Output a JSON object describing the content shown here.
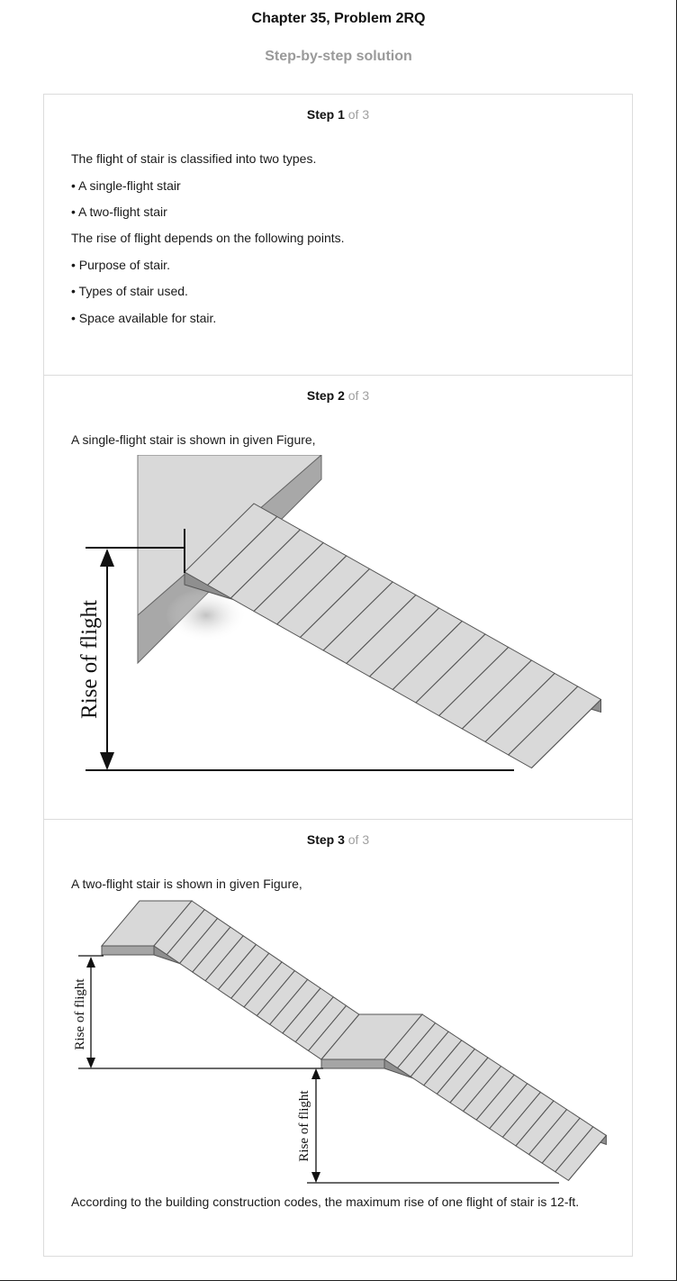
{
  "header": {
    "title": "Chapter 35, Problem 2RQ",
    "subtitle": "Step-by-step solution"
  },
  "steps": [
    {
      "label": "Step 1",
      "total": "of 3",
      "lines": [
        "The flight of stair is classified into two types.",
        "• A single-flight stair",
        "• A two-flight stair",
        "The rise of flight depends on the following points.",
        "• Purpose of stair.",
        "• Types of stair used.",
        "• Space available for stair."
      ]
    },
    {
      "label": "Step 2",
      "total": "of 3",
      "intro": "A single-flight stair is shown in given Figure,",
      "figure_label": "Rise of flight"
    },
    {
      "label": "Step 3",
      "total": "of 3",
      "intro": "A two-flight stair is shown in given Figure,",
      "figure_label_1": "Rise of flight",
      "figure_label_2": "Rise of flight",
      "conclusion": "According to the building construction codes, the maximum rise of one flight of stair is 12-ft."
    }
  ]
}
